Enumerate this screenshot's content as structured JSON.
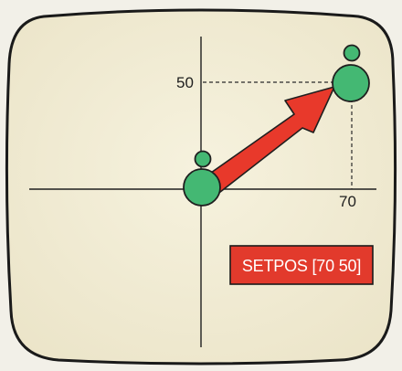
{
  "screen": {
    "bezel_color": "#1a1a1a",
    "screen_color": "#f3eed9"
  },
  "axes": {
    "color": "#1f1f1f",
    "guide_color": "#2a2a2a"
  },
  "turtle": {
    "start": [
      0,
      0
    ],
    "end": [
      70,
      50
    ],
    "body_color": "#44b873",
    "outline_color": "#1f1f1f"
  },
  "arrow": {
    "color": "#e8392b"
  },
  "labels": {
    "y_value": "50",
    "x_value": "70"
  },
  "command": {
    "text": "SETPOS [70 50]",
    "bg_color": "#e23a2c",
    "border_color": "#1a1a1a"
  }
}
